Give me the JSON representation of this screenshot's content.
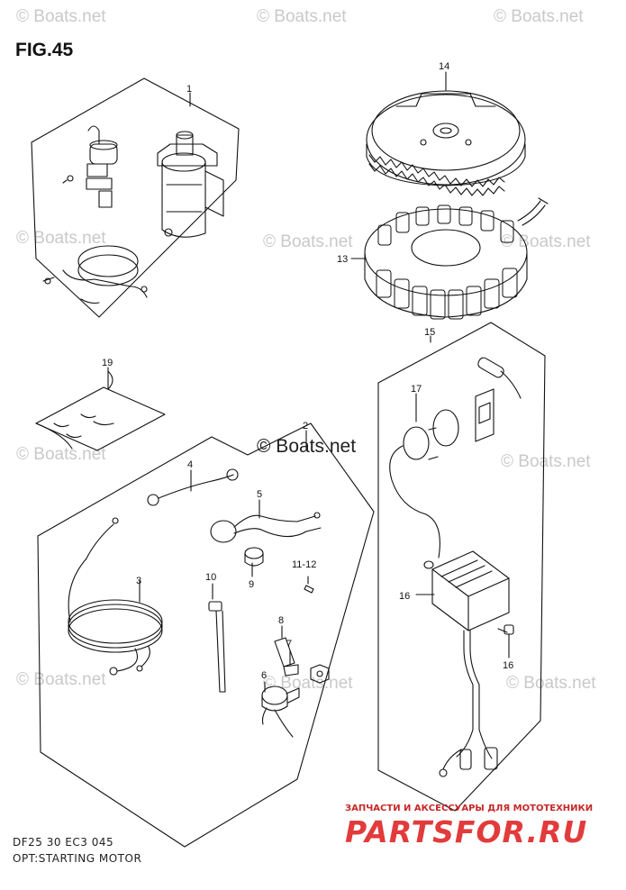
{
  "figure": {
    "title": "FIG.45",
    "code": "DF25 30 EC3  045",
    "subtitle": "OPT:STARTING MOTOR"
  },
  "watermarks": {
    "text": "© Boats.net",
    "center_text": "© Boats.net"
  },
  "parts_for": {
    "tagline": "ЗАПЧАСТИ И АКСЕССУАРЫ ДЛЯ МОТОТЕХНИКИ",
    "logo": "PARTSFOR.RU",
    "color": "#e23b3b"
  },
  "callouts": {
    "p1": "1",
    "p2": "2",
    "p3": "3",
    "p4": "4",
    "p5": "5",
    "p6": "6",
    "p7": "7",
    "p8": "8",
    "p9": "9",
    "p10": "10",
    "p11_12": "11-12",
    "p13": "13",
    "p14": "14",
    "p15": "15",
    "p16a": "16",
    "p16b": "16",
    "p17": "17",
    "p19": "19"
  }
}
